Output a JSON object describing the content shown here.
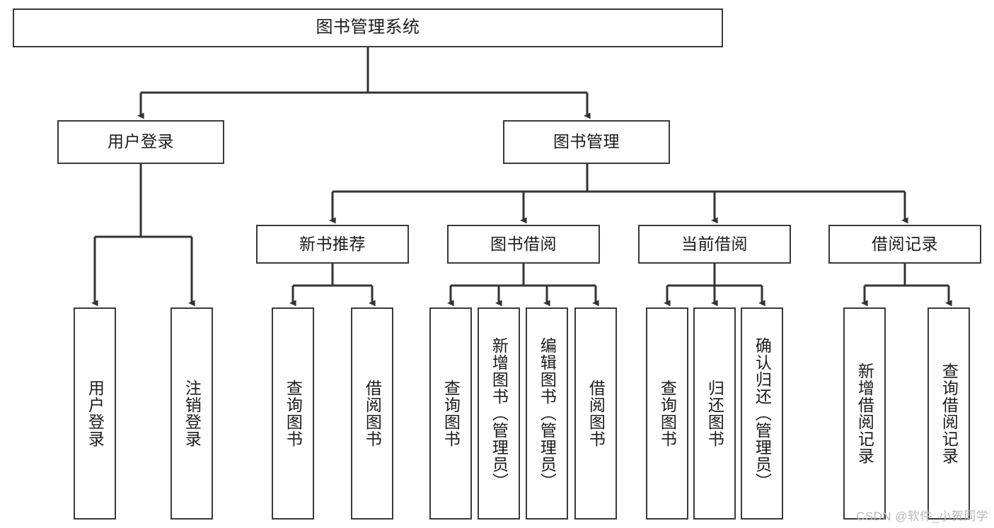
{
  "diagram": {
    "title": "图书管理系统",
    "style": {
      "box_border_color": "#3a3a3a",
      "box_fill_color": "#ffffff",
      "connector_color": "#333333",
      "text_color": "#1b1b1b",
      "background_color": "#ffffff",
      "watermark_color": "#b9b9b9"
    },
    "nodes": {
      "root": {
        "label": "图书管理系统"
      },
      "level2": [
        {
          "id": "user-login",
          "label": "用户登录"
        },
        {
          "id": "book-management",
          "label": "图书管理"
        }
      ],
      "level3": [
        {
          "id": "new-book-recommend",
          "label": "新书推荐"
        },
        {
          "id": "book-borrow",
          "label": "图书借阅"
        },
        {
          "id": "current-borrow",
          "label": "当前借阅"
        },
        {
          "id": "borrow-record",
          "label": "借阅记录"
        }
      ],
      "level4": [
        {
          "id": "leaf-user-login",
          "label": "用户登录",
          "parent": "user-login"
        },
        {
          "id": "leaf-logout-login",
          "label": "注销登录",
          "parent": "user-login"
        },
        {
          "id": "leaf-query-book-1",
          "label": "查询图书",
          "parent": "new-book-recommend"
        },
        {
          "id": "leaf-borrow-book-1",
          "label": "借阅图书",
          "parent": "new-book-recommend"
        },
        {
          "id": "leaf-query-book-2",
          "label": "查询图书",
          "parent": "book-borrow"
        },
        {
          "id": "leaf-add-book",
          "label": "新增图书（管理员）",
          "parent": "book-borrow"
        },
        {
          "id": "leaf-edit-book",
          "label": "编辑图书（管理员）",
          "parent": "book-borrow"
        },
        {
          "id": "leaf-borrow-book-2",
          "label": "借阅图书",
          "parent": "book-borrow"
        },
        {
          "id": "leaf-query-book-3",
          "label": "查询图书",
          "parent": "current-borrow"
        },
        {
          "id": "leaf-return-book",
          "label": "归还图书",
          "parent": "current-borrow"
        },
        {
          "id": "leaf-confirm-return",
          "label": "确认归还（管理员）",
          "parent": "current-borrow"
        },
        {
          "id": "leaf-add-record",
          "label": "新增借阅记录",
          "parent": "borrow-record"
        },
        {
          "id": "leaf-query-record",
          "label": "查询借阅记录",
          "parent": "borrow-record"
        }
      ]
    },
    "watermark": "CSDN @软件_小贺同学"
  }
}
